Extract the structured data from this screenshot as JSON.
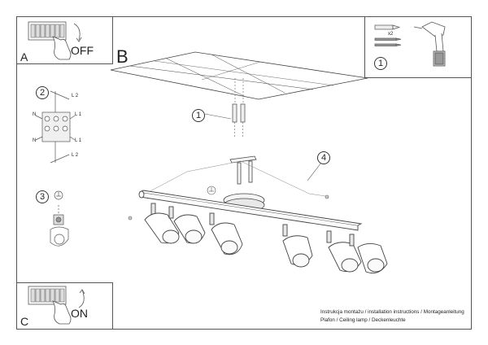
{
  "steps": {
    "a": {
      "letter": "A",
      "state": "OFF"
    },
    "b": {
      "letter": "B"
    },
    "c": {
      "letter": "C",
      "state": "ON"
    }
  },
  "callouts": {
    "mount_screws": "1",
    "tools": "1",
    "wiring": "2",
    "ground": "3",
    "assembly": "4"
  },
  "wiring_labels": {
    "top_l2": "L 2",
    "top_n": "N",
    "top_l1": "L 1",
    "bottom_n": "N",
    "bottom_l1": "L 1",
    "bottom_l2": "L 2"
  },
  "tools_panel": {
    "quantity": "x2"
  },
  "footer": {
    "line1": "Instrukcja montażu / installation instructions / Montageanleitung",
    "line2": "Plafon / Ceiling lamp / Deckenleuchte"
  },
  "colors": {
    "line": "#444444",
    "light_line": "#888888",
    "border": "#555555"
  }
}
